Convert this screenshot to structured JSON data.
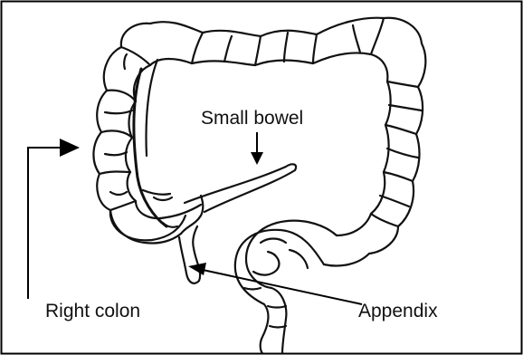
{
  "figure": {
    "labels": {
      "small_bowel": "Small bowel",
      "right_colon": "Right colon",
      "appendix": "Appendix"
    },
    "colors": {
      "frame": "#000000",
      "outline": "#111111",
      "background": "#ffffff"
    }
  }
}
